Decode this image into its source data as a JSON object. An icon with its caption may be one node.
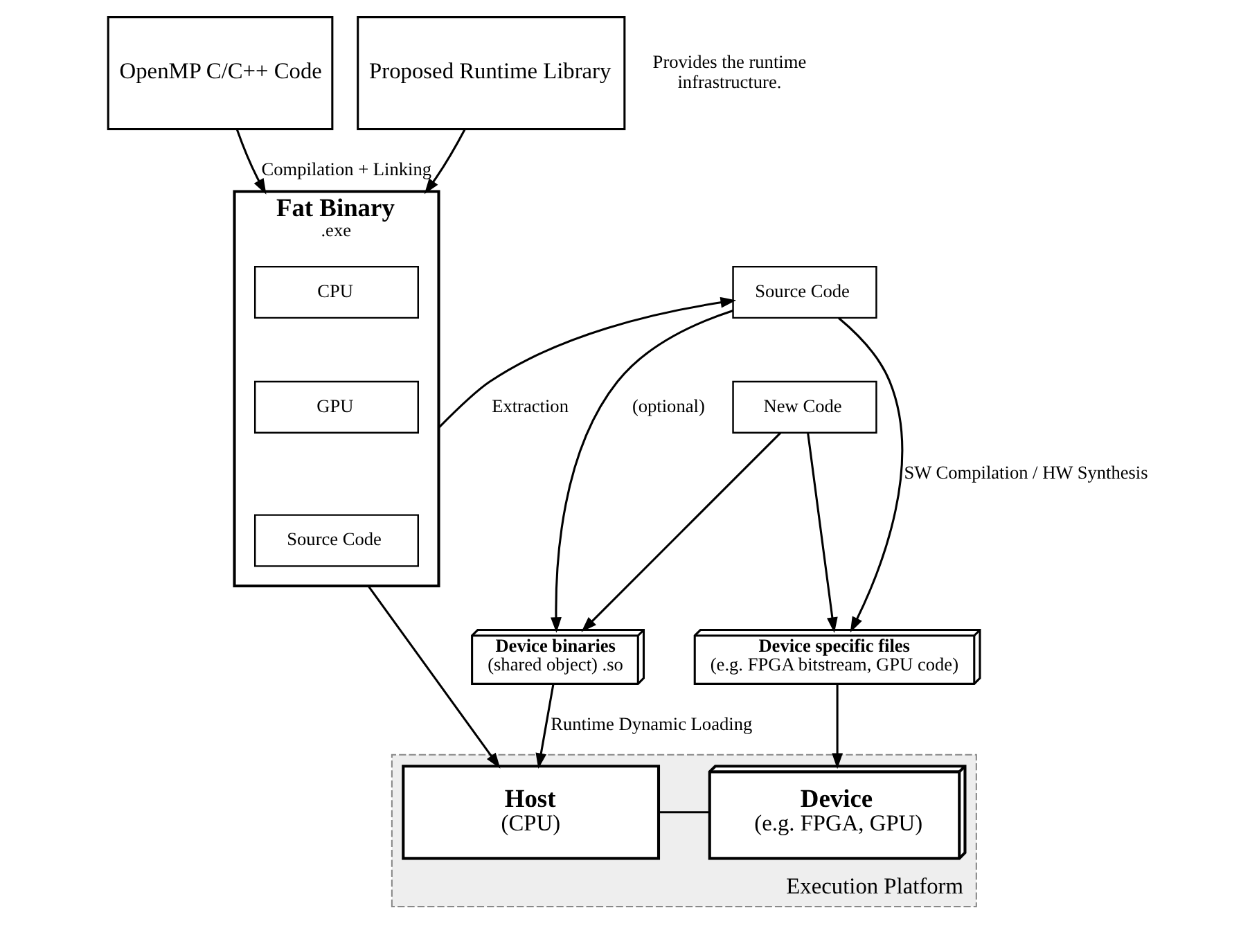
{
  "diagram": {
    "nodes": [
      {
        "text": [
          "OpenMP C/C++ Code"
        ]
      },
      {
        "text": [
          "Proposed Runtime Library"
        ],
        "beside": [
          "Provides the runtime infrastructure."
        ]
      },
      {
        "text": [
          "Fat Binary",
          ".exe"
        ]
      },
      {
        "text": [
          "CPU"
        ],
        "in": 2
      },
      {
        "text": [
          "GPU"
        ],
        "in": 2
      },
      {
        "text": [
          "Source Code"
        ],
        "in": 2
      },
      {
        "text": [
          "Source Code"
        ]
      },
      {
        "text": [
          "New Code"
        ],
        "beside": [
          "(optional)"
        ]
      },
      {
        "text": [
          "Device binaries",
          "(shared object) .so"
        ]
      },
      {
        "text": [
          "Device specific files",
          "(e.g. FPGA bitstream, GPU code)"
        ]
      },
      {
        "text": [
          "Execution Platform"
        ]
      },
      {
        "text": [
          "Host",
          "(CPU)"
        ],
        "in": 10
      },
      {
        "text": [
          "Device",
          "(e.g. FPGA, GPU)"
        ],
        "in": 10
      }
    ],
    "edges": [
      {
        "from": 0,
        "to": 2,
        "arrow": "to",
        "label": "Compilation + Linking"
      },
      {
        "from": 1,
        "to": 2,
        "arrow": "to"
      },
      {
        "from": 2,
        "to": 6,
        "arrow": "to",
        "label": "Extraction"
      },
      {
        "from": 6,
        "to": 8,
        "arrow": "to"
      },
      {
        "from": 6,
        "to": 9,
        "arrow": "to",
        "label": "SW Compilation / HW Synthesis"
      },
      {
        "from": 7,
        "to": 8,
        "arrow": "to"
      },
      {
        "from": 7,
        "to": 9,
        "arrow": "to"
      },
      {
        "from": 2,
        "to": 11,
        "arrow": "to"
      },
      {
        "from": 8,
        "to": 11,
        "arrow": "to",
        "label": "Runtime Dynamic Loading"
      },
      {
        "from": 9,
        "to": 12,
        "arrow": "to"
      },
      {
        "from": 11,
        "to": 12,
        "arrow": "none"
      }
    ]
  }
}
